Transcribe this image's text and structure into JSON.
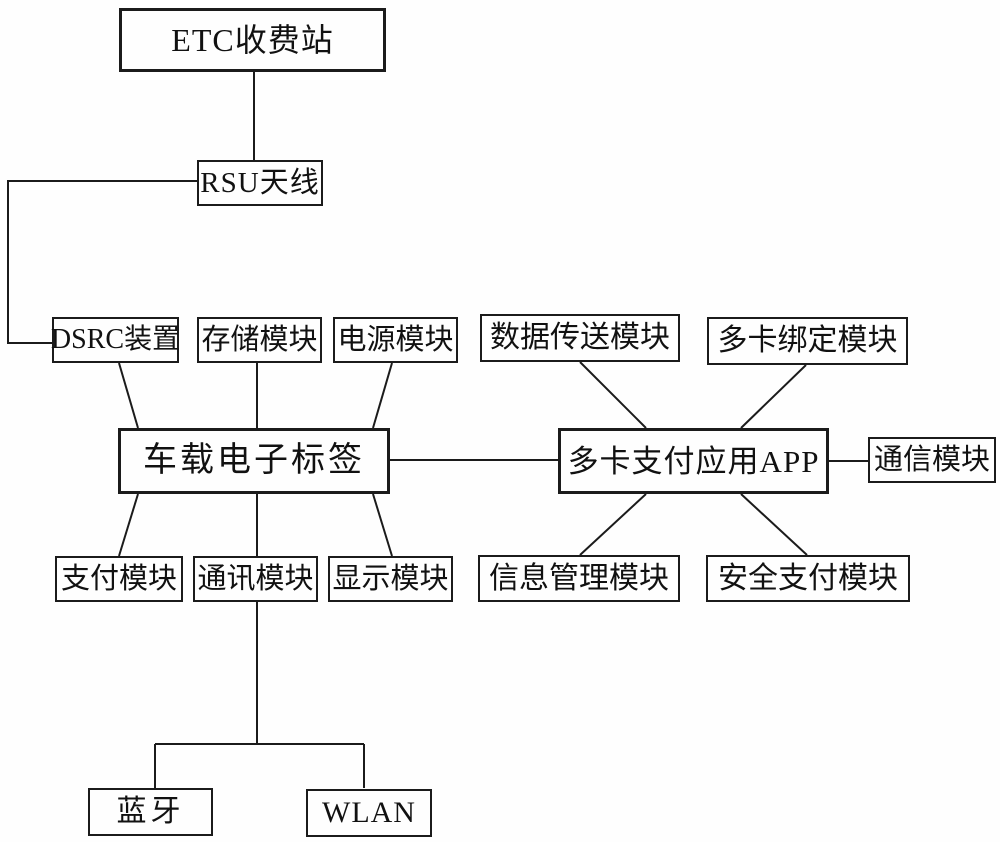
{
  "diagram": {
    "type": "block-diagram",
    "background_color": "#fefefe",
    "line_color": "#1b1b1b",
    "box_border_color": "#1b1b1b",
    "text_color": "#111111",
    "nodes": {
      "etc_station": "ETC收费站",
      "rsu_antenna": "RSU天线",
      "dsrc_device": "DSRC装置",
      "storage_module": "存储模块",
      "power_module": "电源模块",
      "data_transfer_module": "数据传送模块",
      "multi_card_binding_module": "多卡绑定模块",
      "onboard_tag": "车载电子标签",
      "multi_card_payment_app": "多卡支付应用APP",
      "communication_module": "通信模块",
      "payment_module": "支付模块",
      "comm_module": "通讯模块",
      "display_module": "显示模块",
      "info_management_module": "信息管理模块",
      "secure_payment_module": "安全支付模块",
      "bluetooth": "蓝牙",
      "wlan": "WLAN"
    },
    "edges": [
      {
        "from": "etc_station",
        "to": "rsu_antenna"
      },
      {
        "from": "rsu_antenna",
        "to": "dsrc_device"
      },
      {
        "from": "dsrc_device",
        "to": "onboard_tag"
      },
      {
        "from": "storage_module",
        "to": "onboard_tag"
      },
      {
        "from": "power_module",
        "to": "onboard_tag"
      },
      {
        "from": "onboard_tag",
        "to": "payment_module"
      },
      {
        "from": "onboard_tag",
        "to": "comm_module"
      },
      {
        "from": "onboard_tag",
        "to": "display_module"
      },
      {
        "from": "onboard_tag",
        "to": "multi_card_payment_app"
      },
      {
        "from": "data_transfer_module",
        "to": "multi_card_payment_app"
      },
      {
        "from": "multi_card_binding_module",
        "to": "multi_card_payment_app"
      },
      {
        "from": "multi_card_payment_app",
        "to": "info_management_module"
      },
      {
        "from": "multi_card_payment_app",
        "to": "secure_payment_module"
      },
      {
        "from": "multi_card_payment_app",
        "to": "communication_module"
      },
      {
        "from": "comm_module",
        "to": "bluetooth_wlan_branch"
      },
      {
        "from": "bluetooth_wlan_branch",
        "to": "bluetooth"
      },
      {
        "from": "bluetooth_wlan_branch",
        "to": "wlan"
      }
    ]
  }
}
